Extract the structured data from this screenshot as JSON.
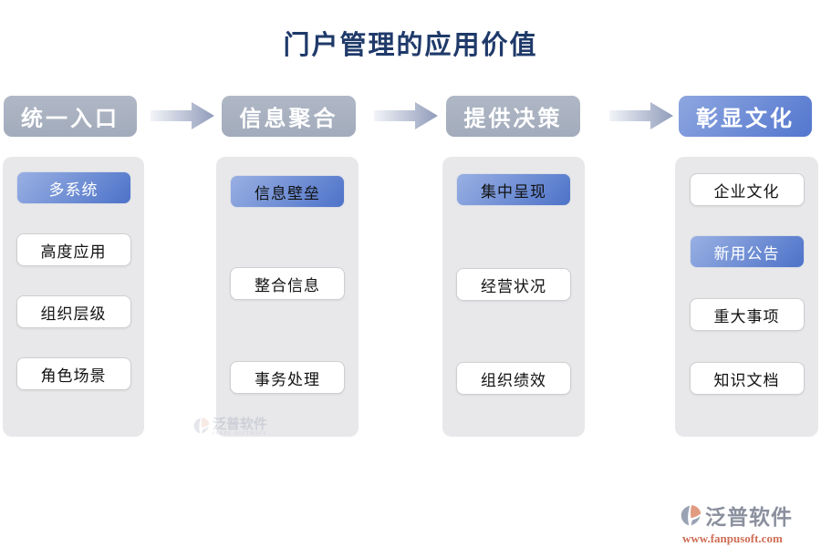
{
  "title": "门户管理的应用价值",
  "columns": [
    {
      "header": "统一入口",
      "items": [
        {
          "label": "多系统"
        },
        {
          "label": "高度应用"
        },
        {
          "label": "组织层级"
        },
        {
          "label": "角色场景"
        }
      ]
    },
    {
      "header": "信息聚合",
      "items": [
        {
          "label": "信息壁垒"
        },
        {
          "label": "整合信息"
        },
        {
          "label": "事务处理"
        }
      ]
    },
    {
      "header": "提供决策",
      "items": [
        {
          "label": "集中呈现"
        },
        {
          "label": "经营状况"
        },
        {
          "label": "组织绩效"
        }
      ]
    },
    {
      "header": "彰显文化",
      "items": [
        {
          "label": "企业文化"
        },
        {
          "label": "新用公告"
        },
        {
          "label": "重大事项"
        },
        {
          "label": "知识文档"
        }
      ]
    }
  ],
  "watermark": {
    "text": "泛普软件",
    "subtext": "FANPU SOFTWARE"
  },
  "footer_logo": {
    "text": "泛普软件",
    "url": "www.fanpusoft.com"
  },
  "colors": {
    "title_text": "#1f3a6a",
    "header_gray": "#a7b0bf",
    "header_blue": "#5376ce",
    "button_blue_light": "#99b0e3",
    "button_blue_dark": "#4d72c8",
    "column_bg": "#e8e8ea",
    "logo_gray": "#8b909e",
    "logo_orange": "#cf6d55"
  }
}
